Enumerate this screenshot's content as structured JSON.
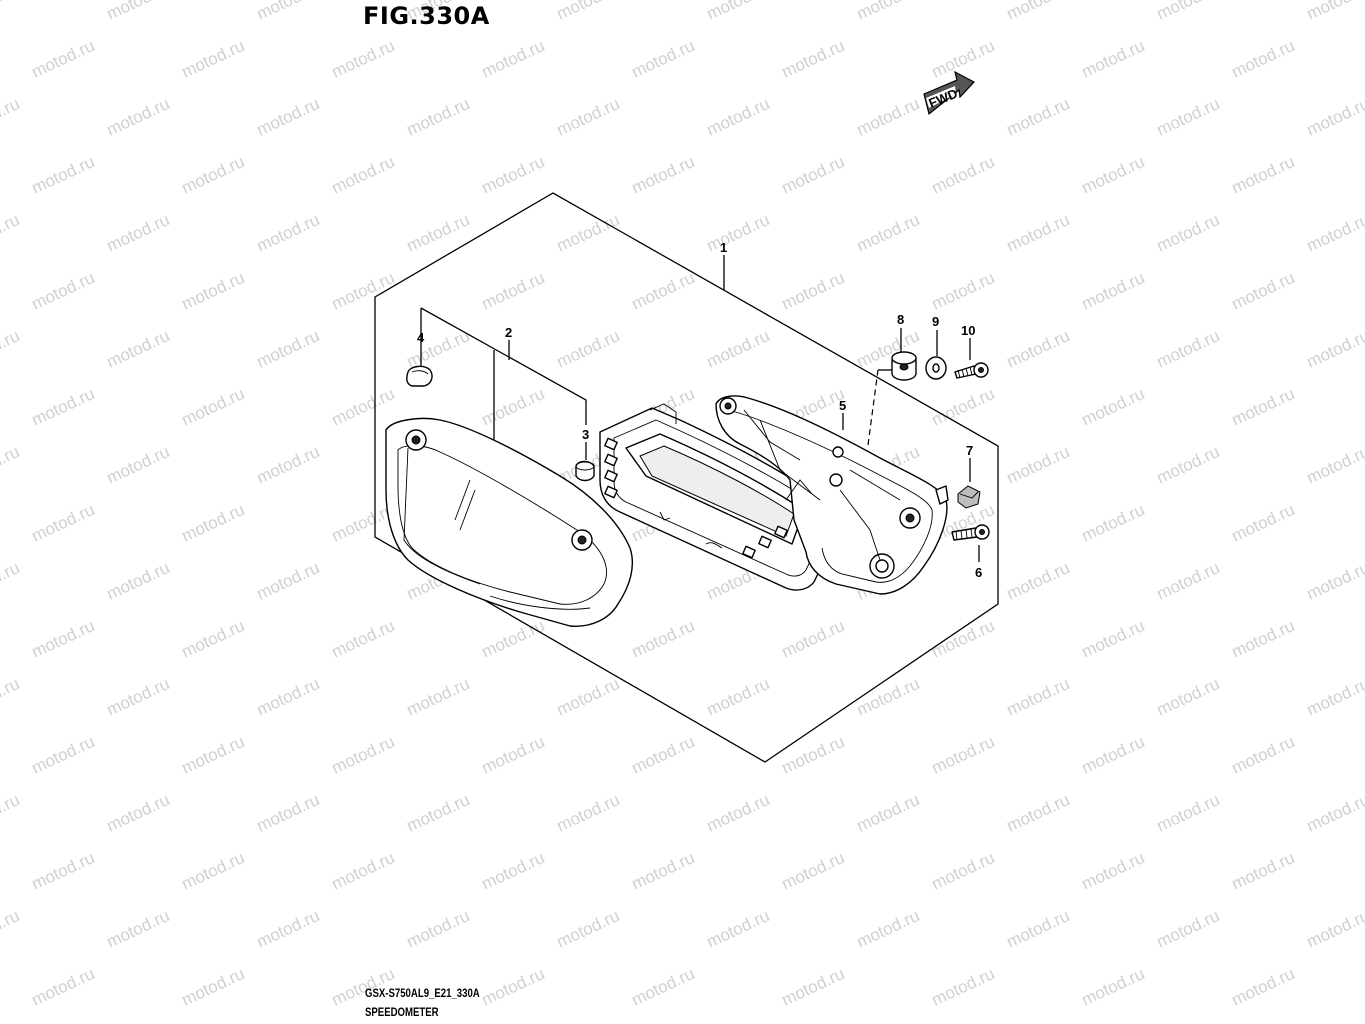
{
  "figure": {
    "title": "FIG.330A"
  },
  "watermark": {
    "text": "motod.ru",
    "color": "#d0d0d0"
  },
  "fwd_badge": {
    "label": "FWD"
  },
  "callouts": [
    "1",
    "2",
    "3",
    "4",
    "5",
    "6",
    "7",
    "8",
    "9",
    "10"
  ],
  "footer": {
    "code": "GSX-S750AL9_E21_330A",
    "name": "SPEEDOMETER"
  }
}
